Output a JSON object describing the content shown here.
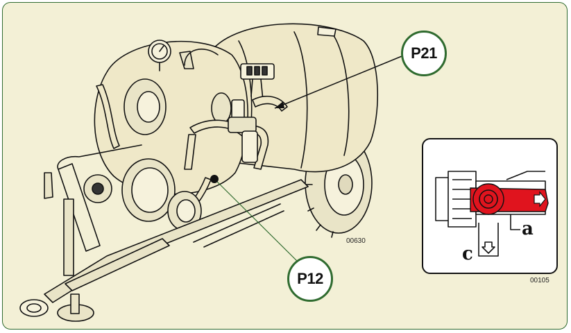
{
  "callouts": {
    "p21": "P21",
    "p12": "P12"
  },
  "drawing_codes": {
    "main": "00630",
    "inset": "00105"
  },
  "inset_labels": {
    "a": "a",
    "c": "c"
  },
  "colors": {
    "frame_border": "#2f6b2f",
    "background": "#f3f0d6",
    "tank_fill": "#efe8c8",
    "valve_handle": "#e0141e",
    "line": "#111111"
  }
}
